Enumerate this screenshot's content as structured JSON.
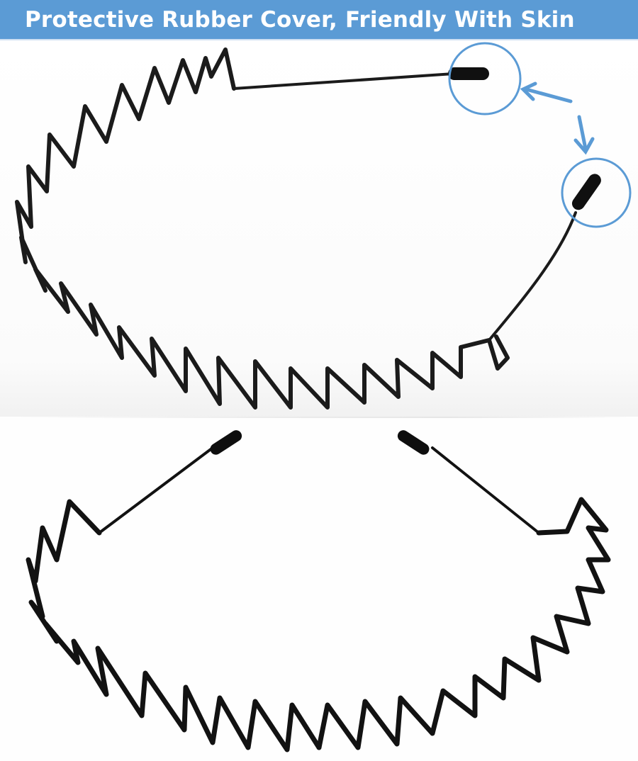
{
  "header": {
    "title": "Protective Rubber Cover, Friendly With Skin",
    "background_color": "#5B9BD5",
    "text_color": "#FFFFFF"
  },
  "photos": [
    {
      "id": "top",
      "subject": "black wavy spring metal headband, side view",
      "callouts": [
        {
          "label": "rubber-tip-callout-top",
          "shape": "circle"
        },
        {
          "label": "rubber-tip-callout-right",
          "shape": "circle"
        }
      ],
      "arrows": 2,
      "accent_color": "#5B9BD5"
    },
    {
      "id": "bottom",
      "subject": "black wavy spring metal headband, front view"
    }
  ]
}
